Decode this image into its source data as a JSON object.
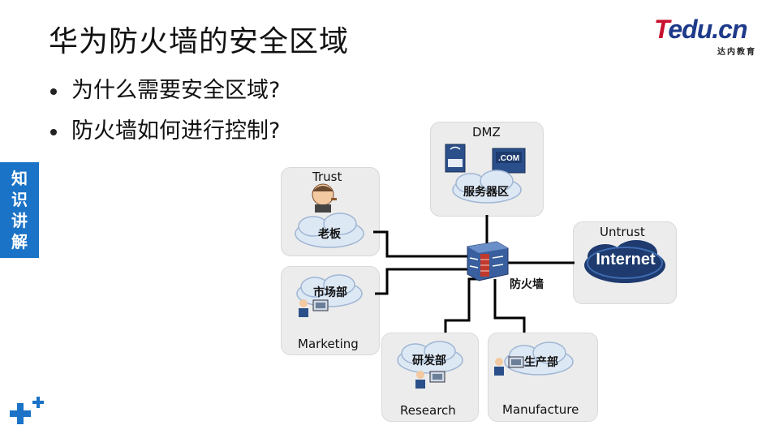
{
  "slide": {
    "title": "华为防火墙的安全区域",
    "bullets": [
      "为什么需要安全区域?",
      "防火墙如何进行控制?"
    ],
    "side_tab": [
      "知",
      "识",
      "讲",
      "解"
    ]
  },
  "logo": {
    "main_prefix": "T",
    "main_rest": "edu.cn",
    "sub": "达内教育"
  },
  "diagram": {
    "firewall_label": "防火墙",
    "zones": {
      "dmz": {
        "name": "DMZ",
        "cloud": "服务器区",
        "server_badge": ".COM"
      },
      "trust": {
        "name": "Trust",
        "cloud": "老板"
      },
      "untrust": {
        "name": "Untrust",
        "cloud": "Internet"
      },
      "marketing": {
        "name": "Marketing",
        "cloud": "市场部"
      },
      "research": {
        "name": "Research",
        "cloud": "研发部"
      },
      "manufacture": {
        "name": "Manufacture",
        "cloud": "生产部"
      }
    },
    "colors": {
      "zone_bg": "#ececec",
      "cloud_fill": "#dde8f5",
      "internet_fill": "#1e3a6e",
      "firewall_blue": "#3a5f9e",
      "firewall_brick": "#c0392b",
      "link": "#000000"
    }
  }
}
